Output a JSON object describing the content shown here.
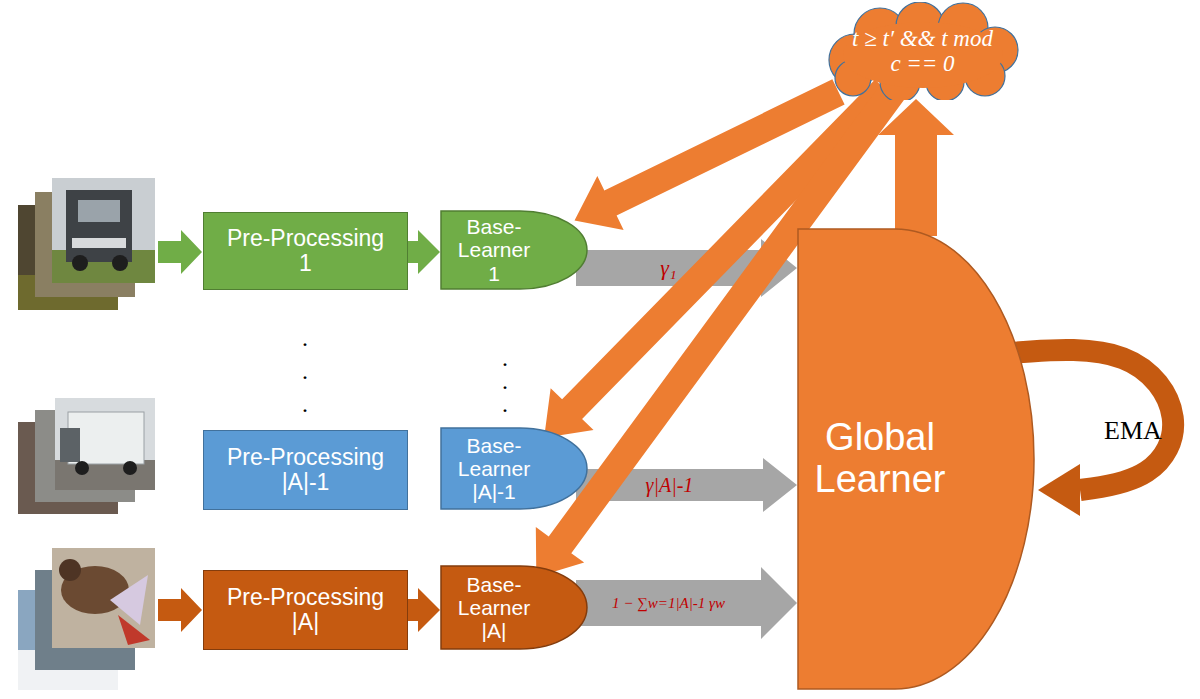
{
  "diagram": {
    "nodes": [
      {
        "text": [
          "Pre-Processing 1"
        ]
      },
      {
        "text": [
          "Base-Learner 1"
        ]
      },
      {
        "text": [
          "Pre-Processing |A|-1"
        ]
      },
      {
        "text": [
          "Base-Learner |A|-1"
        ]
      },
      {
        "text": [
          "Pre-Processing |A|"
        ]
      },
      {
        "text": [
          "Base-Learner |A|"
        ]
      },
      {
        "text": [
          "Global Learner"
        ]
      },
      {
        "text": [
          "t ≥ t′ && t mod c == 0"
        ]
      }
    ],
    "edges": [
      {
        "from": 0,
        "to": 1,
        "arrow": "to"
      },
      {
        "from": 4,
        "to": 5,
        "arrow": "to"
      },
      {
        "from": 1,
        "to": 6,
        "arrow": "to",
        "label": "γ₁"
      },
      {
        "from": 3,
        "to": 6,
        "arrow": "to",
        "label": "γ|A|-1"
      },
      {
        "from": 5,
        "to": 6,
        "arrow": "to",
        "label": "1 − ∑w=1|A|-1 γw"
      },
      {
        "from": 6,
        "to": 7,
        "arrow": "to"
      },
      {
        "from": 7,
        "to": 1,
        "arrow": "to"
      },
      {
        "from": 7,
        "to": 3,
        "arrow": "to"
      },
      {
        "from": 7,
        "to": 5,
        "arrow": "to"
      },
      {
        "from": 6,
        "to": 6,
        "arrow": "to",
        "label": "EMA"
      }
    ],
    "labels": [
      ".",
      ".",
      ".",
      ".",
      ".",
      "."
    ]
  }
}
